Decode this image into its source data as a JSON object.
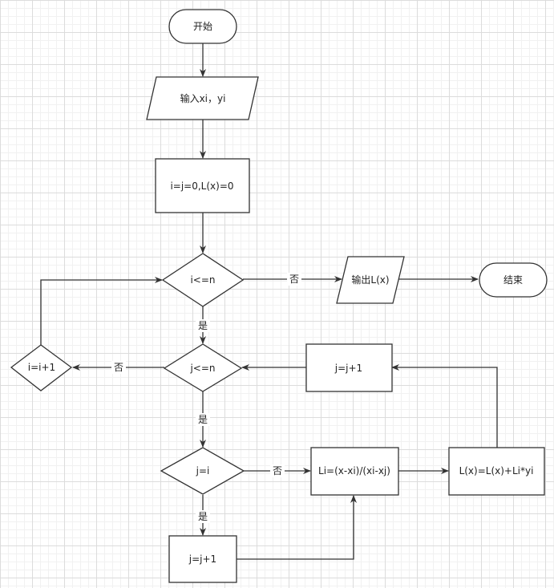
{
  "nodes": {
    "start": "开始",
    "input": "输入xi，yi",
    "init": "i=j=0,L(x)=0",
    "cond_i": "i<=n",
    "output": "输出L(x)",
    "end": "结束",
    "cond_j": "j<=n",
    "inc_i": "i=i+1",
    "inc_j_top": "j=j+1",
    "cond_ji": "j=i",
    "compute_li": "Li=(x-xi)/(xi-xj)",
    "accumulate": "L(x)=L(x)+Li*yi",
    "inc_j_bottom": "j=j+1"
  },
  "edge_labels": {
    "cond_i_no": "否",
    "cond_i_yes": "是",
    "cond_j_no": "否",
    "cond_j_yes": "是",
    "cond_ji_no": "否",
    "cond_ji_yes": "是"
  },
  "colors": {
    "stroke": "#333333",
    "fill": "#ffffff",
    "grid_major": "#dcdcdc",
    "grid_minor": "#f1f1f1"
  }
}
